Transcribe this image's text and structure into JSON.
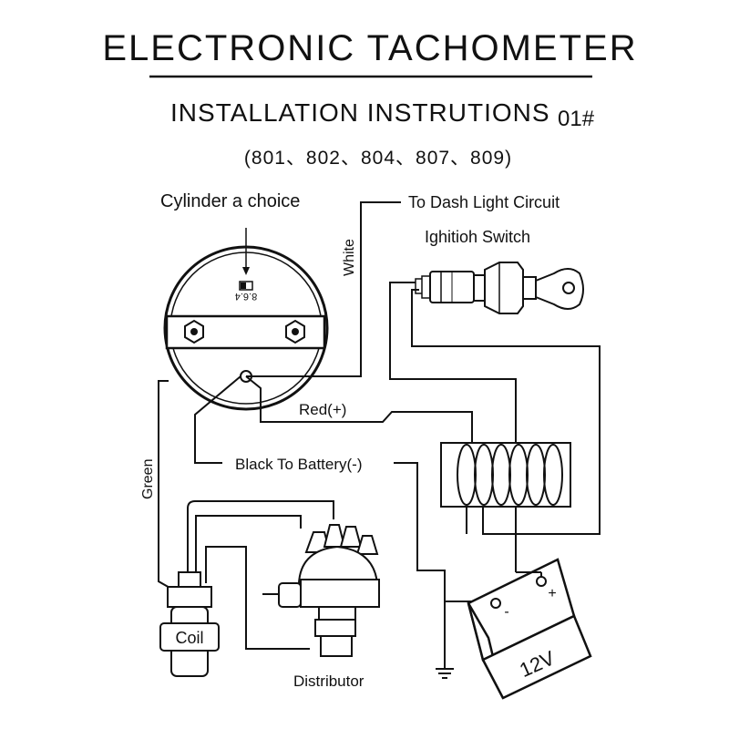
{
  "header": {
    "title": "ELECTRONIC  TACHOMETER",
    "subtitle": "INSTALLATION INSTRUTIONS",
    "code": "01#",
    "models": "(801、802、804、807、809)"
  },
  "labels": {
    "cylinder": "Cylinder a choice",
    "cylinder_values": "8.6.4",
    "dash_light": "To Dash Light Circuit",
    "ignition": "Ighitioh Switch",
    "white": "White",
    "red": "Red(+)",
    "black": "Black To Battery(-)",
    "green": "Green",
    "coil": "Coil",
    "distributor": "Distributor",
    "battery_voltage": "12V",
    "battery_minus": "-",
    "battery_plus": "+"
  }
}
